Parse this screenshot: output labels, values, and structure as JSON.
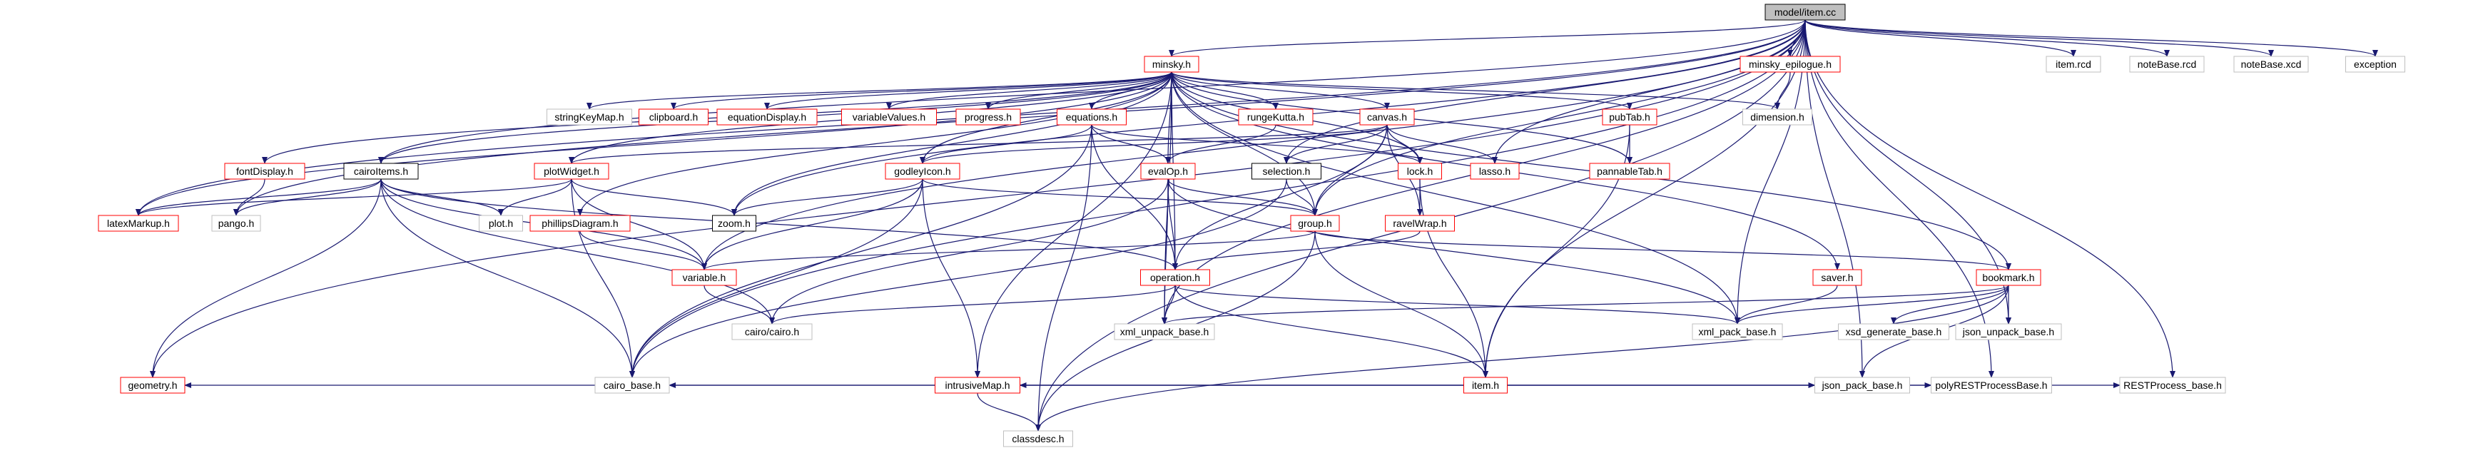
{
  "title": "model/item.cc",
  "colors": {
    "edge": "#191970",
    "root_fill": "#bfbfbf",
    "red_border": "#ff0000",
    "gray_border": "#bfbfbf",
    "black_border": "#000000"
  },
  "nodes": [
    {
      "id": "root",
      "label": "model/item.cc",
      "style": "root"
    },
    {
      "id": "minsky",
      "label": "minsky.h",
      "style": "red"
    },
    {
      "id": "minsky_epilogue",
      "label": "minsky_epilogue.h",
      "style": "red"
    },
    {
      "id": "item_rcd",
      "label": "item.rcd",
      "style": "gray"
    },
    {
      "id": "noteBase_rcd",
      "label": "noteBase.rcd",
      "style": "gray"
    },
    {
      "id": "noteBase_xcd",
      "label": "noteBase.xcd",
      "style": "gray"
    },
    {
      "id": "exception",
      "label": "exception",
      "style": "gray"
    },
    {
      "id": "stringKeyMap",
      "label": "stringKeyMap.h",
      "style": "gray"
    },
    {
      "id": "clipboard",
      "label": "clipboard.h",
      "style": "red"
    },
    {
      "id": "equationDisplay",
      "label": "equationDisplay.h",
      "style": "red"
    },
    {
      "id": "variableValues",
      "label": "variableValues.h",
      "style": "red"
    },
    {
      "id": "progress",
      "label": "progress.h",
      "style": "red"
    },
    {
      "id": "equations",
      "label": "equations.h",
      "style": "red"
    },
    {
      "id": "rungeKutta",
      "label": "rungeKutta.h",
      "style": "red"
    },
    {
      "id": "canvas",
      "label": "canvas.h",
      "style": "red"
    },
    {
      "id": "pubTab",
      "label": "pubTab.h",
      "style": "red"
    },
    {
      "id": "dimension",
      "label": "dimension.h",
      "style": "gray"
    },
    {
      "id": "fontDisplay",
      "label": "fontDisplay.h",
      "style": "red"
    },
    {
      "id": "cairoItems",
      "label": "cairoItems.h",
      "style": "black"
    },
    {
      "id": "plotWidget",
      "label": "plotWidget.h",
      "style": "red"
    },
    {
      "id": "godleyIcon",
      "label": "godleyIcon.h",
      "style": "red"
    },
    {
      "id": "evalOp",
      "label": "evalOp.h",
      "style": "red"
    },
    {
      "id": "selection",
      "label": "selection.h",
      "style": "black"
    },
    {
      "id": "lock",
      "label": "lock.h",
      "style": "red"
    },
    {
      "id": "lasso",
      "label": "lasso.h",
      "style": "red"
    },
    {
      "id": "pannableTab",
      "label": "pannableTab.h",
      "style": "red"
    },
    {
      "id": "latexMarkup",
      "label": "latexMarkup.h",
      "style": "red"
    },
    {
      "id": "pango",
      "label": "pango.h",
      "style": "gray"
    },
    {
      "id": "plot",
      "label": "plot.h",
      "style": "gray"
    },
    {
      "id": "zoom",
      "label": "zoom.h",
      "style": "black"
    },
    {
      "id": "phillipsDiagram",
      "label": "phillipsDiagram.h",
      "style": "red"
    },
    {
      "id": "group",
      "label": "group.h",
      "style": "red"
    },
    {
      "id": "ravelWrap",
      "label": "ravelWrap.h",
      "style": "red"
    },
    {
      "id": "saver",
      "label": "saver.h",
      "style": "red"
    },
    {
      "id": "bookmark",
      "label": "bookmark.h",
      "style": "red"
    },
    {
      "id": "variable",
      "label": "variable.h",
      "style": "red"
    },
    {
      "id": "operation",
      "label": "operation.h",
      "style": "red"
    },
    {
      "id": "cairo",
      "label": "cairo/cairo.h",
      "style": "gray"
    },
    {
      "id": "xml_unpack_base",
      "label": "xml_unpack_base.h",
      "style": "gray"
    },
    {
      "id": "xml_pack_base",
      "label": "xml_pack_base.h",
      "style": "gray"
    },
    {
      "id": "xsd_generate_base",
      "label": "xsd_generate_base.h",
      "style": "gray"
    },
    {
      "id": "json_unpack_base",
      "label": "json_unpack_base.h",
      "style": "gray"
    },
    {
      "id": "item",
      "label": "item.h",
      "style": "red"
    },
    {
      "id": "geometry",
      "label": "geometry.h",
      "style": "red"
    },
    {
      "id": "cairo_base",
      "label": "cairo_base.h",
      "style": "gray"
    },
    {
      "id": "intrusiveMap",
      "label": "intrusiveMap.h",
      "style": "red"
    },
    {
      "id": "json_pack_base",
      "label": "json_pack_base.h",
      "style": "gray"
    },
    {
      "id": "polyRESTProcessBase",
      "label": "polyRESTProcessBase.h",
      "style": "gray"
    },
    {
      "id": "RESTProcess_base",
      "label": "RESTProcess_base.h",
      "style": "gray"
    },
    {
      "id": "classdesc",
      "label": "classdesc.h",
      "style": "gray"
    }
  ],
  "edges": [
    [
      "root",
      "minsky"
    ],
    [
      "root",
      "minsky_epilogue"
    ],
    [
      "root",
      "item_rcd"
    ],
    [
      "root",
      "noteBase_rcd"
    ],
    [
      "root",
      "noteBase_xcd"
    ],
    [
      "root",
      "exception"
    ],
    [
      "root",
      "cairoItems"
    ],
    [
      "root",
      "latexMarkup"
    ],
    [
      "root",
      "pango"
    ],
    [
      "root",
      "geometry"
    ],
    [
      "root",
      "cairo_base"
    ],
    [
      "root",
      "classdesc"
    ],
    [
      "root",
      "variable"
    ],
    [
      "root",
      "zoom"
    ],
    [
      "root",
      "lasso"
    ],
    [
      "root",
      "group"
    ],
    [
      "root",
      "item"
    ],
    [
      "root",
      "json_unpack_base"
    ],
    [
      "root",
      "json_pack_base"
    ],
    [
      "root",
      "polyRESTProcessBase"
    ],
    [
      "root",
      "RESTProcess_base"
    ],
    [
      "root",
      "xml_pack_base"
    ],
    [
      "root",
      "xml_unpack_base"
    ],
    [
      "root",
      "selection"
    ],
    [
      "minsky_epilogue",
      "dimension"
    ],
    [
      "minsky",
      "stringKeyMap"
    ],
    [
      "minsky",
      "clipboard"
    ],
    [
      "minsky",
      "equationDisplay"
    ],
    [
      "minsky",
      "variableValues"
    ],
    [
      "minsky",
      "progress"
    ],
    [
      "minsky",
      "equations"
    ],
    [
      "minsky",
      "rungeKutta"
    ],
    [
      "minsky",
      "canvas"
    ],
    [
      "minsky",
      "pubTab"
    ],
    [
      "minsky",
      "dimension"
    ],
    [
      "minsky",
      "fontDisplay"
    ],
    [
      "minsky",
      "cairoItems"
    ],
    [
      "minsky",
      "plotWidget"
    ],
    [
      "minsky",
      "godleyIcon"
    ],
    [
      "minsky",
      "evalOp"
    ],
    [
      "minsky",
      "lock"
    ],
    [
      "minsky",
      "pannableTab"
    ],
    [
      "minsky",
      "latexMarkup"
    ],
    [
      "minsky",
      "zoom"
    ],
    [
      "minsky",
      "saver"
    ],
    [
      "minsky",
      "bookmark"
    ],
    [
      "minsky",
      "intrusiveMap"
    ],
    [
      "minsky",
      "xml_pack_base"
    ],
    [
      "minsky",
      "xml_unpack_base"
    ],
    [
      "minsky",
      "operation"
    ],
    [
      "minsky",
      "phillipsDiagram"
    ],
    [
      "minsky",
      "group"
    ],
    [
      "equations",
      "godleyIcon"
    ],
    [
      "equations",
      "evalOp"
    ],
    [
      "equations",
      "operation"
    ],
    [
      "equations",
      "lock"
    ],
    [
      "equations",
      "classdesc"
    ],
    [
      "equations",
      "cairo_base"
    ],
    [
      "rungeKutta",
      "evalOp"
    ],
    [
      "canvas",
      "plotWidget"
    ],
    [
      "canvas",
      "selection"
    ],
    [
      "canvas",
      "lock"
    ],
    [
      "canvas",
      "lasso"
    ],
    [
      "canvas",
      "ravelWrap"
    ],
    [
      "canvas",
      "group"
    ],
    [
      "canvas",
      "operation"
    ],
    [
      "canvas",
      "godleyIcon"
    ],
    [
      "pubTab",
      "pannableTab"
    ],
    [
      "pubTab",
      "item"
    ],
    [
      "fontDisplay",
      "pango"
    ],
    [
      "cairoItems",
      "pango"
    ],
    [
      "cairoItems",
      "plot"
    ],
    [
      "cairoItems",
      "variable"
    ],
    [
      "cairoItems",
      "operation"
    ],
    [
      "cairoItems",
      "cairo"
    ],
    [
      "cairoItems",
      "cairo_base"
    ],
    [
      "cairoItems",
      "geometry"
    ],
    [
      "cairoItems",
      "latexMarkup"
    ],
    [
      "plotWidget",
      "plot"
    ],
    [
      "plotWidget",
      "zoom"
    ],
    [
      "plotWidget",
      "variable"
    ],
    [
      "plotWidget",
      "latexMarkup"
    ],
    [
      "plotWidget",
      "cairo_base"
    ],
    [
      "godleyIcon",
      "zoom"
    ],
    [
      "godleyIcon",
      "group"
    ],
    [
      "godleyIcon",
      "variable"
    ],
    [
      "godleyIcon",
      "intrusiveMap"
    ],
    [
      "godleyIcon",
      "cairo_base"
    ],
    [
      "evalOp",
      "group"
    ],
    [
      "evalOp",
      "operation"
    ],
    [
      "evalOp",
      "xml_unpack_base"
    ],
    [
      "evalOp",
      "xml_pack_base"
    ],
    [
      "evalOp",
      "cairo"
    ],
    [
      "selection",
      "group"
    ],
    [
      "selection",
      "cairo_base"
    ],
    [
      "lock",
      "ravelWrap"
    ],
    [
      "lock",
      "item"
    ],
    [
      "phillipsDiagram",
      "variable"
    ],
    [
      "group",
      "variable"
    ],
    [
      "group",
      "bookmark"
    ],
    [
      "group",
      "item"
    ],
    [
      "group",
      "classdesc"
    ],
    [
      "ravelWrap",
      "operation"
    ],
    [
      "saver",
      "xml_pack_base"
    ],
    [
      "bookmark",
      "xml_unpack_base"
    ],
    [
      "bookmark",
      "xml_pack_base"
    ],
    [
      "bookmark",
      "xsd_generate_base"
    ],
    [
      "bookmark",
      "json_unpack_base"
    ],
    [
      "bookmark",
      "json_pack_base"
    ],
    [
      "bookmark",
      "classdesc"
    ],
    [
      "variable",
      "cairo"
    ],
    [
      "operation",
      "cairo"
    ],
    [
      "operation",
      "xml_unpack_base"
    ],
    [
      "operation",
      "xml_pack_base"
    ],
    [
      "operation",
      "item"
    ],
    [
      "item",
      "geometry"
    ],
    [
      "item",
      "cairo_base"
    ],
    [
      "item",
      "intrusiveMap"
    ],
    [
      "item",
      "json_pack_base"
    ],
    [
      "item",
      "polyRESTProcessBase"
    ],
    [
      "item",
      "RESTProcess_base"
    ],
    [
      "intrusiveMap",
      "classdesc"
    ]
  ]
}
